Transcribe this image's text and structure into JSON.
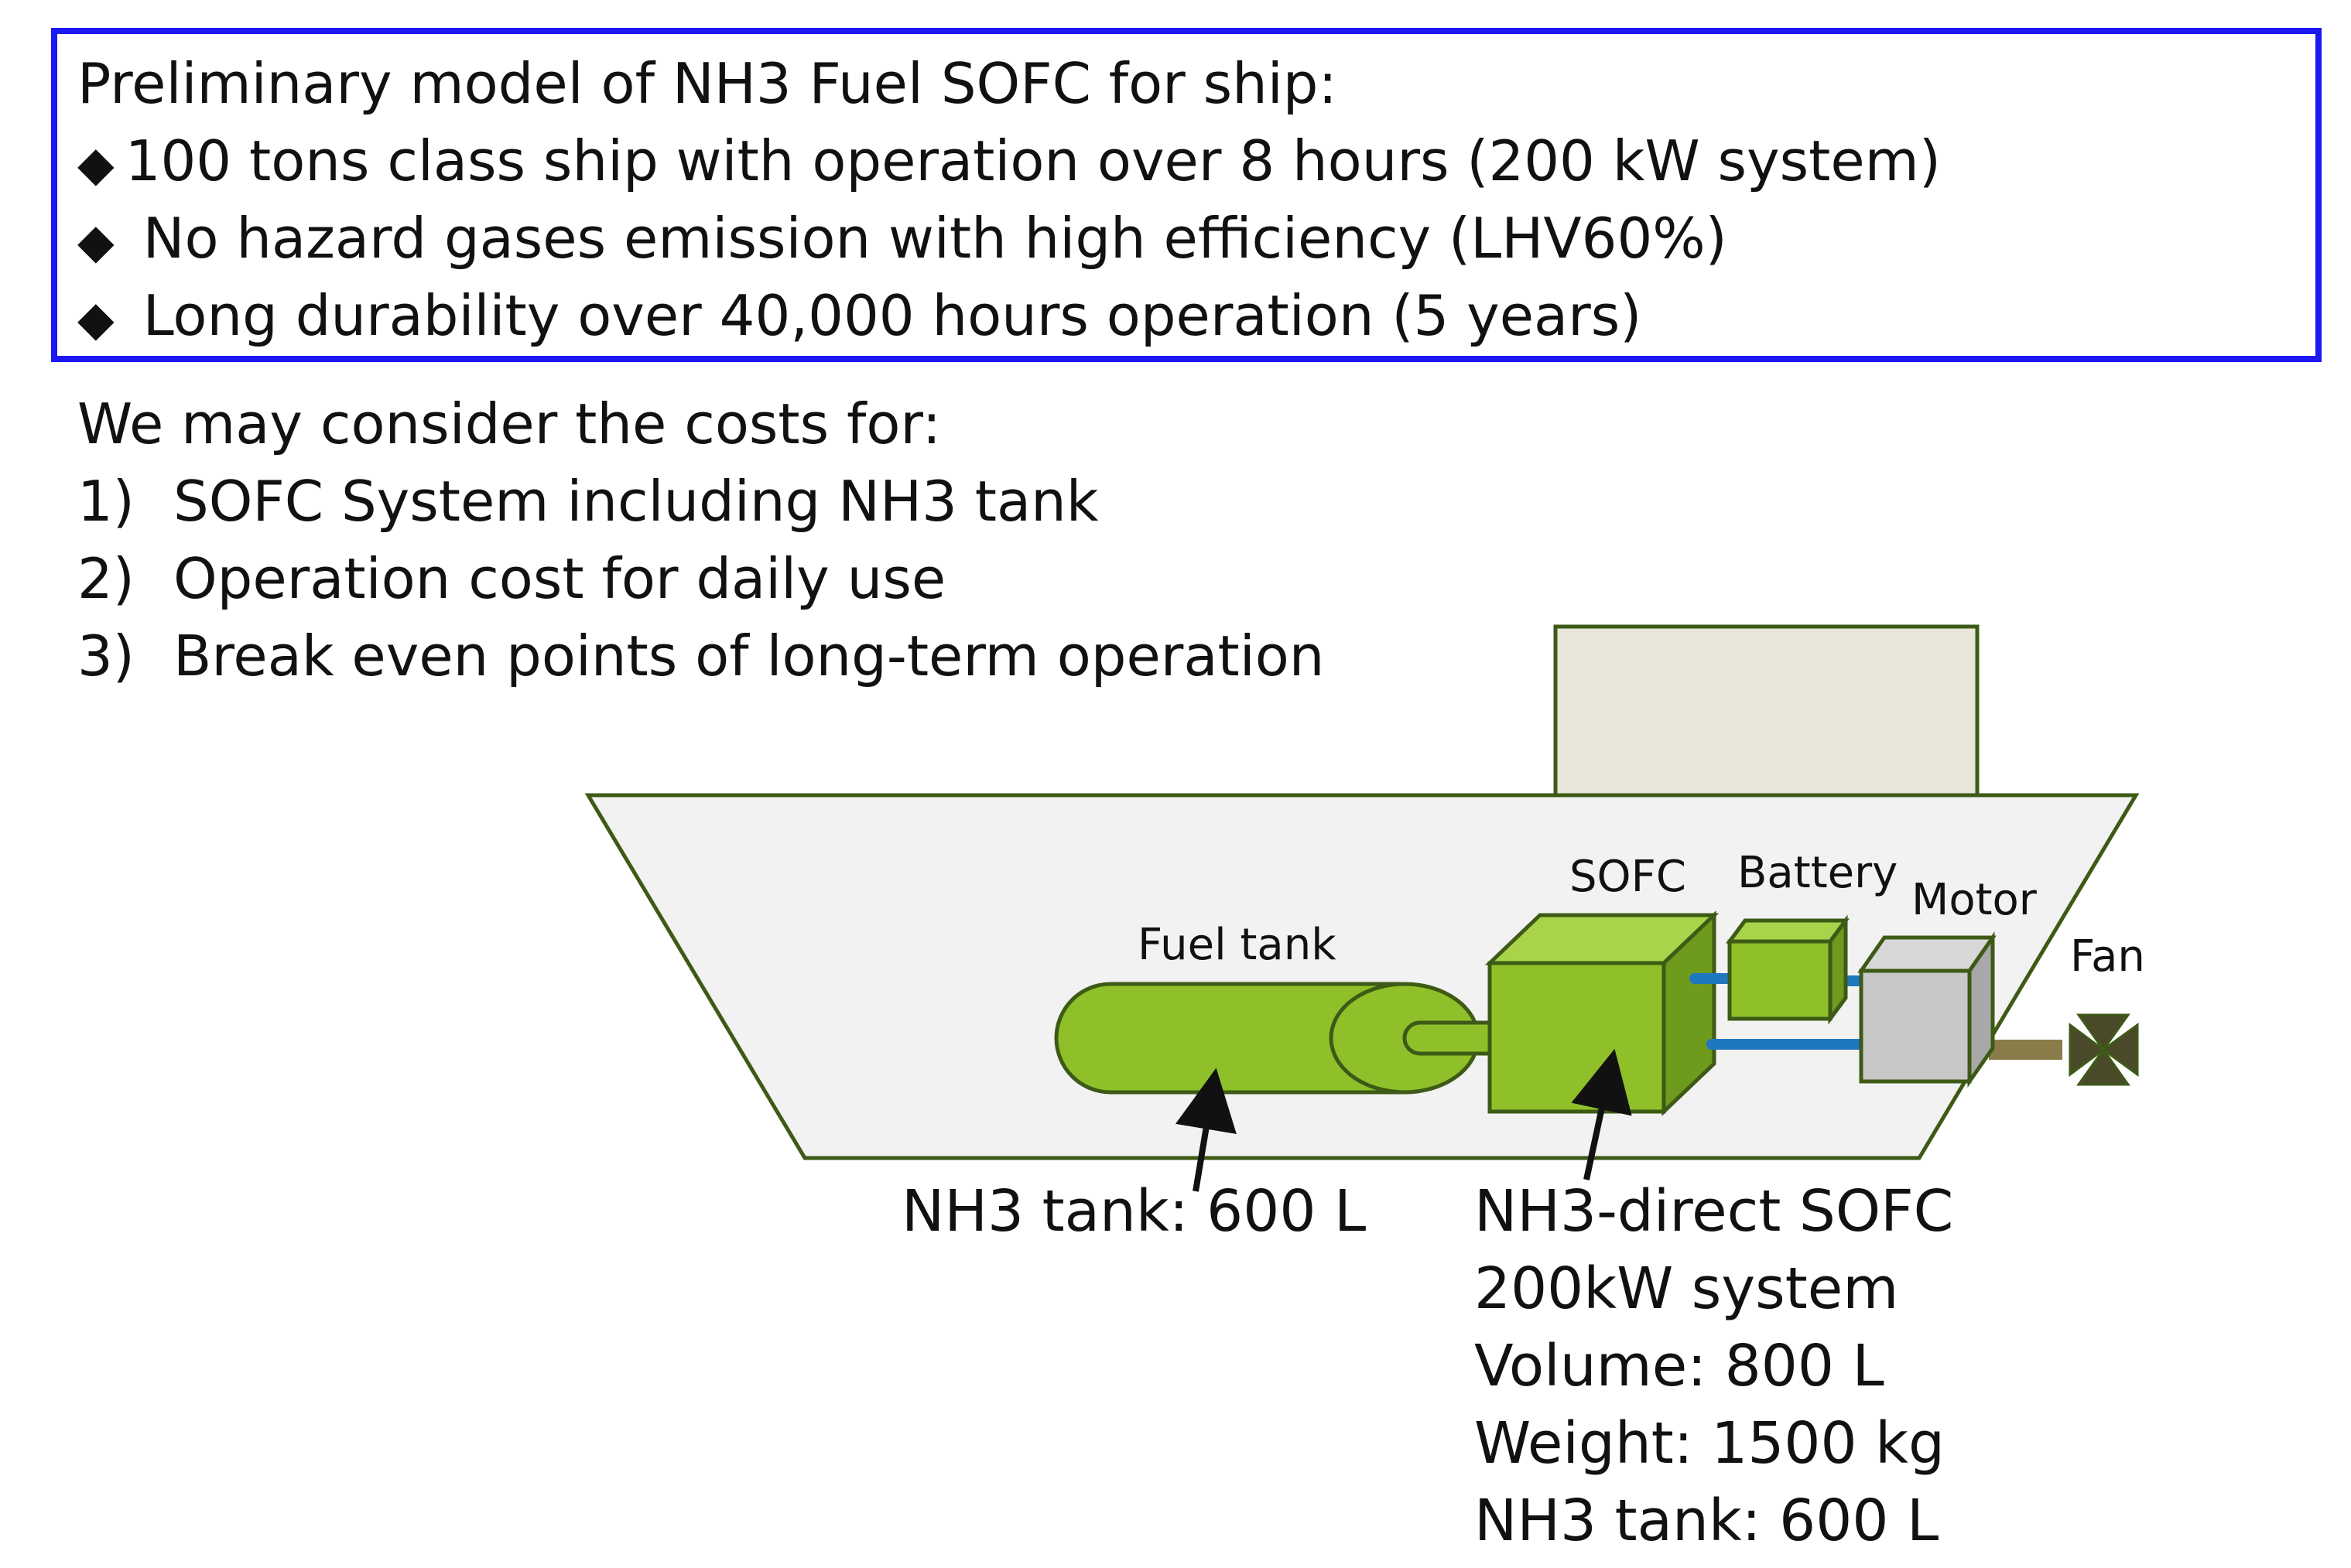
{
  "header_box": {
    "title": "Preliminary model of NH3 Fuel SOFC for ship:",
    "bullet_symbol": "◆",
    "bullets": [
      "100 tons class ship with operation over 8 hours (200 kW system)",
      "No hazard gases emission with high efficiency (LHV60%)",
      "Long durability over 40,000 hours operation (5 years)"
    ],
    "border_color": "#1a1af0"
  },
  "costs": {
    "intro": "We may consider the costs for:",
    "items": [
      {
        "num": "1)",
        "text": "SOFC System including NH3 tank"
      },
      {
        "num": "2)",
        "text": "Operation cost for daily use"
      },
      {
        "num": "3)",
        "text": "Break even points of long-term operation"
      }
    ]
  },
  "diagram": {
    "labels": {
      "fuel_tank": "Fuel tank",
      "sofc": "SOFC",
      "battery": "Battery",
      "motor": "Motor",
      "fan": "Fan"
    },
    "colors": {
      "green": "#8fc02a",
      "green_dark": "#6e9a1e",
      "green_light": "#a8d34a",
      "outline": "#3d5a16",
      "hull": "#f2f2f2",
      "cabin": "#e8e6da",
      "motor": "#c8c8c8",
      "wire": "#1f77c0",
      "shaft": "#8a7c4a"
    }
  },
  "annotations": {
    "tank": "NH3 tank: 600 L",
    "sofc_lines": [
      "NH3-direct SOFC",
      "200kW system",
      "Volume:  800 L",
      "Weight:  1500 kg",
      "NH3 tank: 600 L"
    ]
  }
}
